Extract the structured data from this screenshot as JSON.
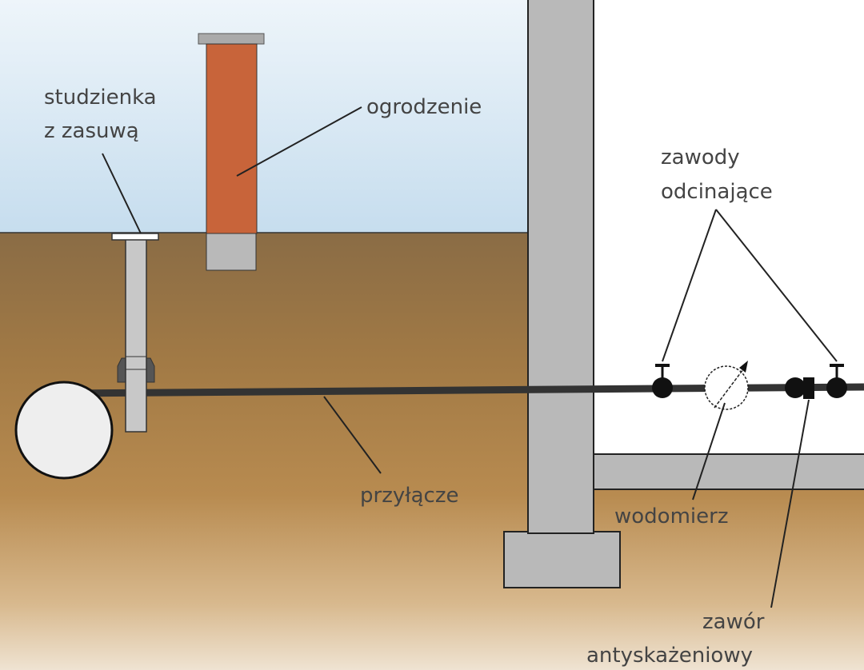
{
  "labels": {
    "well_line1": "studzienka",
    "well_line2": "z zasuwą",
    "fence": "ogrodzenie",
    "valves_line1": "zawody",
    "valves_line2": "odcinające",
    "connection": "przyłącze",
    "meter": "wodomierz",
    "backflow_line1": "zawór",
    "backflow_line2": "antyskażeniowy"
  },
  "colors": {
    "sky": "#cfe2ef",
    "soil": "#a9824c",
    "brick": "#c8643a",
    "concrete": "#b9b9b9",
    "pipe": "#333333"
  }
}
